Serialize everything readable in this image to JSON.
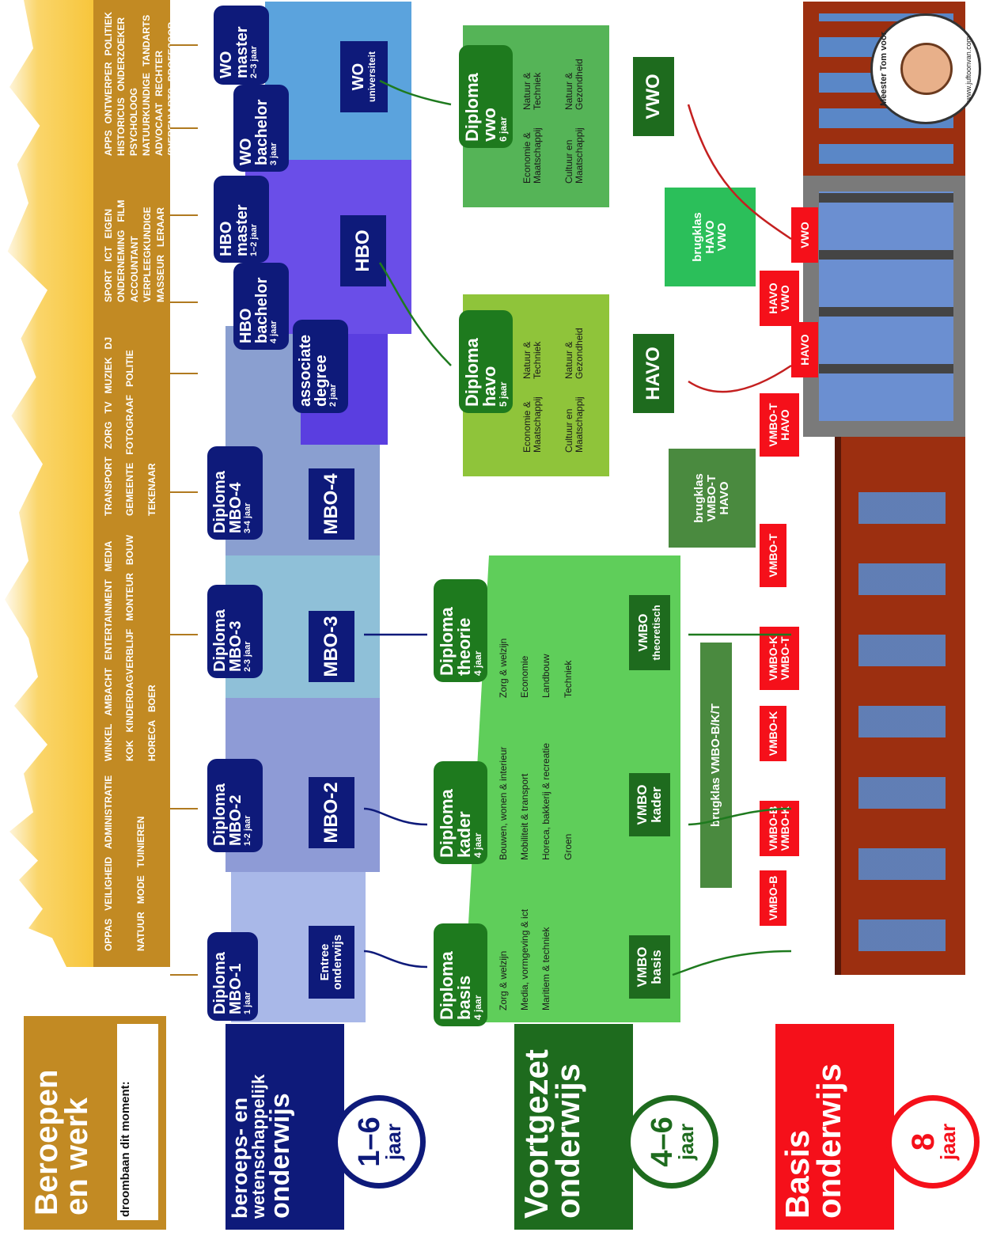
{
  "bands": {
    "werk": {
      "title": [
        "Beroepen",
        "en werk"
      ],
      "dream_label": "droombaan dit moment:"
    },
    "beroeps": {
      "title": [
        "beroeps- en",
        "wetenschappelijk",
        "onderwijs"
      ],
      "badge_num": "1–6",
      "badge_unit": "jaar"
    },
    "voortgezet": {
      "title": [
        "Voortgezet",
        "onderwijs"
      ],
      "badge_num": "4–6",
      "badge_unit": "jaar"
    },
    "basis": {
      "title": [
        "Basis",
        "onderwijs"
      ],
      "badge_num": "8",
      "badge_unit": "jaar"
    }
  },
  "jobs": [
    [
      "OPPAS",
      "VEILIGHEID",
      "ADMINISTRATIE",
      "NATUUR",
      "MODE",
      "TUINIEREN"
    ],
    [
      "WINKEL",
      "AMBACHT",
      "ENTERTAINMENT",
      "MEDIA",
      "KOK",
      "KINDERDAGVERBLIJF",
      "MONTEUR",
      "BOUW",
      "HORECA",
      "BOER"
    ],
    [
      "TRANSPORT",
      "ZORG",
      "TV",
      "MUZIEK",
      "DJ",
      "GEMEENTE",
      "FOTOGRAAF",
      "POLITIE",
      "TEKENAAR"
    ],
    [
      "SPORT",
      "ICT",
      "EIGEN",
      "ONDERNEMING",
      "FILM",
      "ACCOUNTANT",
      "VERPLEEGKUNDIGE",
      "MASSEUR",
      "LERAAR"
    ],
    [
      "APPS",
      "ONTWERPER",
      "POLITIEK",
      "HISTORICUS",
      "ONDERZOEKER",
      "PSYCHOLOOG",
      "NATUURKUNDIGE",
      "TANDARTS",
      "ADVOCAAT",
      "RECHTER",
      "(DIEREN)ARTS",
      "PROFESSOR"
    ]
  ],
  "mbo_diplomas": [
    {
      "title": [
        "Diploma",
        "MBO-1"
      ],
      "dur": "1 jaar",
      "school": [
        "Entree",
        "onderwijs"
      ]
    },
    {
      "title": [
        "Diploma",
        "MBO-2"
      ],
      "dur": "1-2 jaar",
      "school": [
        "MBO-2"
      ]
    },
    {
      "title": [
        "Diploma",
        "MBO-3"
      ],
      "dur": "2-3 jaar",
      "school": [
        "MBO-3"
      ]
    },
    {
      "title": [
        "Diploma",
        "MBO-4"
      ],
      "dur": "3-4 jaar",
      "school": [
        "MBO-4"
      ]
    }
  ],
  "higher": {
    "ad": {
      "title": [
        "associate",
        "degree"
      ],
      "dur": "2 jaar"
    },
    "hbo_bachelor": {
      "title": [
        "HBO",
        "bachelor"
      ],
      "dur": "4 jaar"
    },
    "hbo_master": {
      "title": [
        "HBO",
        "master"
      ],
      "dur": "1–2 jaar"
    },
    "hbo": "HBO",
    "wo_bachelor": {
      "title": [
        "WO",
        "bachelor"
      ],
      "dur": "3 jaar"
    },
    "wo_master": {
      "title": [
        "WO",
        "master"
      ],
      "dur": "2–3 jaar"
    },
    "wo": [
      "WO",
      "universiteit"
    ]
  },
  "vo_diplomas": [
    {
      "title": [
        "Diploma",
        "basis"
      ],
      "dur": "4 jaar"
    },
    {
      "title": [
        "Diploma",
        "kader"
      ],
      "dur": "4 jaar"
    },
    {
      "title": [
        "Diploma",
        "theorie"
      ],
      "dur": "4 jaar"
    },
    {
      "title": [
        "Diploma",
        "havo"
      ],
      "dur": "5 jaar"
    },
    {
      "title": [
        "Diploma",
        "vwo"
      ],
      "dur": "6 jaar"
    }
  ],
  "vmbo_subjects": {
    "basis": [
      "Zorg & welzijn",
      "Media, vormgeving & ict",
      "Maritiem & techniek"
    ],
    "kader": [
      "Bouwen, wonen & interieur",
      "Mobiliteit & transport",
      "Horeca, bakkerij & recreatie",
      "Groen"
    ],
    "theorie": [
      "Zorg & welzijn",
      "Economie",
      "Landbouw",
      "Techniek"
    ]
  },
  "profiles": [
    "Economie & Maatschappij",
    "Natuur & Techniek",
    "Cultuur en Maatschappij",
    "Natuur & Gezondheid"
  ],
  "vo_schools": {
    "vmbo_basis": [
      "VMBO",
      "basis"
    ],
    "vmbo_kader": [
      "VMBO",
      "kader"
    ],
    "vmbo_theoretisch": [
      "VMBO",
      "theoretisch"
    ],
    "havo": "HAVO",
    "vwo": "VWO",
    "brug_bkt": "brugklas VMBO-B/K/T",
    "brug_th": [
      "brugklas",
      "VMBO-T",
      "HAVO"
    ],
    "brug_hv": [
      "brugklas",
      "HAVO",
      "VWO"
    ]
  },
  "advice_tags": [
    [
      "VMBO-B"
    ],
    [
      "VMBO-B",
      "VMBO-K"
    ],
    [
      "VMBO-K"
    ],
    [
      "VMBO-K",
      "VMBO-T"
    ],
    [
      "VMBO-T"
    ],
    [
      "VMBO-T",
      "HAVO"
    ],
    [
      "HAVO"
    ],
    [
      "HAVO",
      "VWO"
    ],
    [
      "VWO"
    ]
  ],
  "stamp": {
    "top": "Meester Tom voor",
    "bottom": "www.juftoonvan.com"
  },
  "colors": {
    "werk": "#c28a23",
    "skyline": "#f7c53a",
    "navy": "#0e1a7a",
    "mbo1": "#a9b8e8",
    "mbo2": "#8e9bd6",
    "mbo3": "#8fc0d8",
    "mbo4": "#8a9fd0",
    "hbo": "#6a4ee8",
    "wo": "#5ba3dd",
    "vo_green": "#5fce5a",
    "havo": "#8fc43a",
    "vwo": "#55b457",
    "dark_green": "#1e7a1e",
    "red": "#f5101a",
    "brick": "#9c2f10"
  }
}
